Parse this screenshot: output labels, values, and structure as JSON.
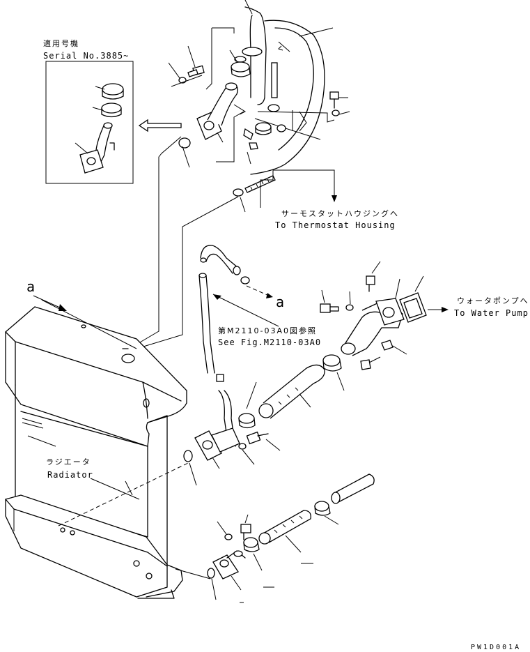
{
  "inset": {
    "title_jp": "適用号機",
    "serial": "Serial No.3885~"
  },
  "labels": {
    "thermostat_jp": "サーモスタットハウジングへ",
    "thermostat_en": "To Thermostat Housing",
    "water_pump_jp": "ウォータポンプへ",
    "water_pump_en": "To Water Pump",
    "see_fig_jp": "第M2110-03A0図参照",
    "see_fig_en": "See Fig.M2110-03A0",
    "radiator_jp": "ラジエータ",
    "radiator_en": "Radiator",
    "ref_a_top": "a",
    "ref_a_mid": "a"
  },
  "footer": {
    "code": "PW1D001A"
  }
}
